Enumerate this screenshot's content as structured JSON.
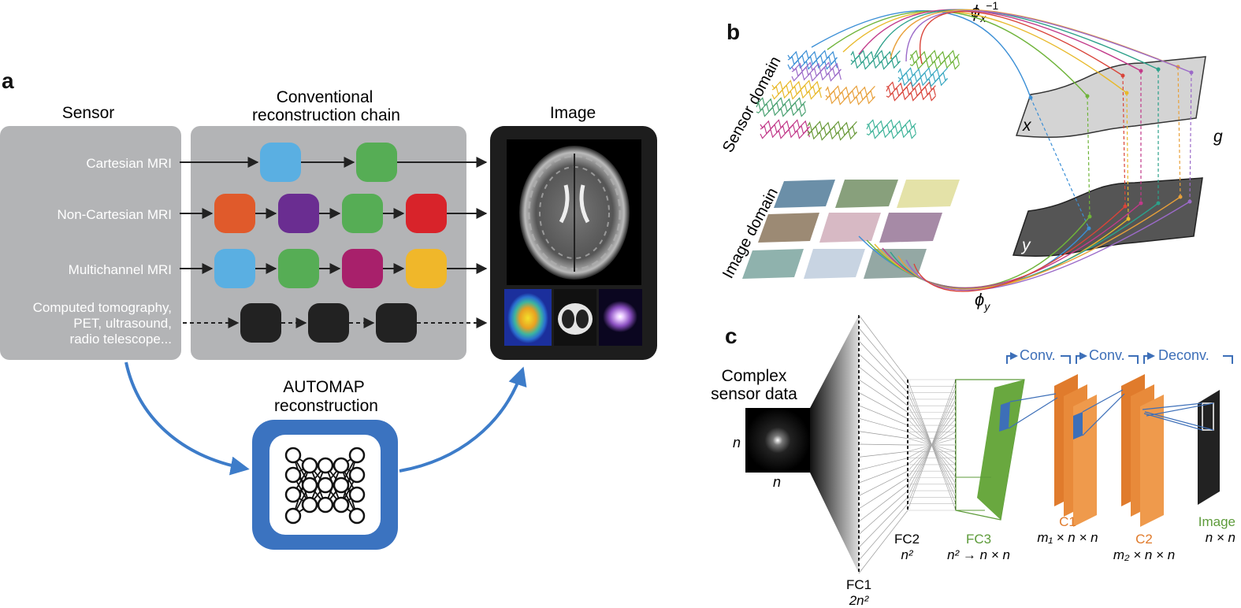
{
  "panel_a": {
    "letter": "a",
    "sensor_header": "Sensor",
    "chain_header_line1": "Conventional",
    "chain_header_line2": "reconstruction chain",
    "image_header": "Image",
    "rows": [
      {
        "label": "Cartesian MRI",
        "blocks": [
          "#5aafe2",
          "#56ad55"
        ]
      },
      {
        "label": "Non-Cartesian MRI",
        "blocks": [
          "#e05a2b",
          "#6a2d91",
          "#56ad55",
          "#d8232a"
        ]
      },
      {
        "label": "Multichannel MRI",
        "blocks": [
          "#5aafe2",
          "#56ad55",
          "#a8206b",
          "#f0b72a"
        ]
      },
      {
        "label_lines": [
          "Computed tomography,",
          "PET, ultrasound,",
          "radio telescope..."
        ],
        "blocks": [
          "#222222",
          "#222222",
          "#222222"
        ]
      }
    ],
    "automap_line1": "AUTOMAP",
    "automap_line2": "reconstruction",
    "colors": {
      "box_grey": "#b3b4b6",
      "automap_blue": "#3b73c0",
      "arrow_blue": "#3d7cc9"
    }
  },
  "panel_b": {
    "letter": "b",
    "phi_x_inv": "ϕ",
    "phi_x_sub": "x",
    "phi_x_sup": "−1",
    "phi_y": "ϕ",
    "phi_y_sub": "y",
    "sensor_domain": "Sensor domain",
    "image_domain": "Image domain",
    "x_label": "x",
    "y_label": "y",
    "g_label": "g"
  },
  "panel_c": {
    "letter": "c",
    "complex_line1": "Complex",
    "complex_line2": "sensor data",
    "n_side": "n",
    "n_bottom": "n",
    "conv1": "Conv.",
    "conv2": "Conv.",
    "deconv": "Deconv.",
    "fc1": "FC1",
    "fc1_dim": "2n²",
    "fc2": "FC2",
    "fc2_dim": "n²",
    "fc3": "FC3",
    "fc3_dim": "n² → n × n",
    "c1": "C1",
    "c1_dim": "m₁ × n × n",
    "c2": "C2",
    "c2_dim": "m₂ × n × n",
    "image": "Image",
    "image_dim": "n × n",
    "colors": {
      "green": "#5d9b3a",
      "orange": "#e07b2c",
      "blue": "#3d6fb8"
    }
  }
}
